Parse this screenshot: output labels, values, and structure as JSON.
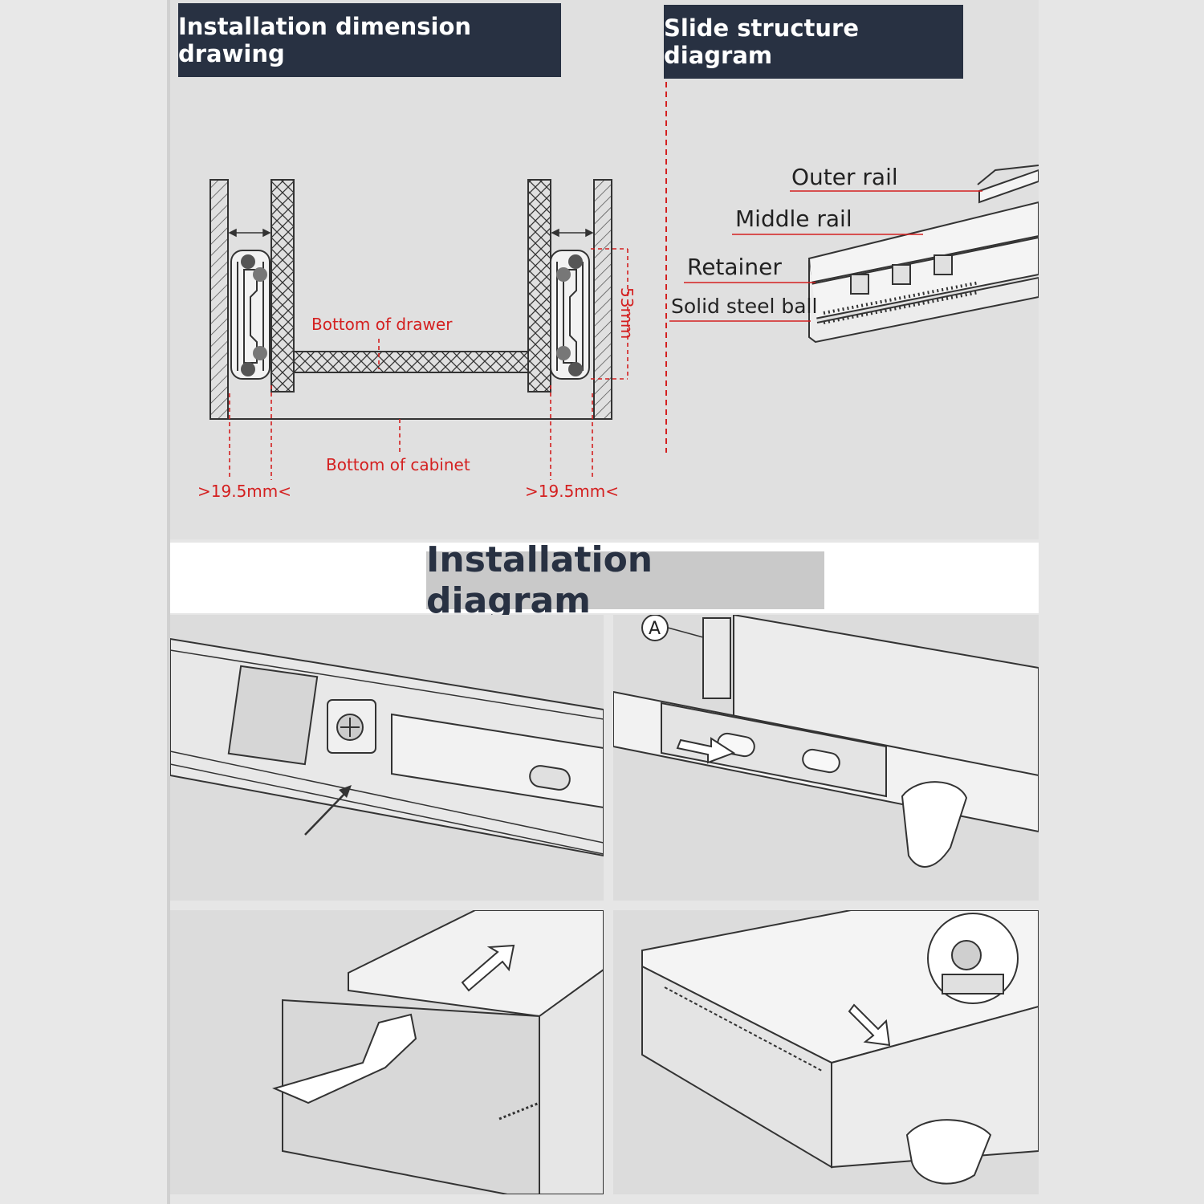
{
  "headers": {
    "dimension": "Installation dimension drawing",
    "structure": "Slide structure diagram",
    "installation": "Installation diagram"
  },
  "dimension_drawing": {
    "bottom_of_drawer": "Bottom of drawer",
    "bottom_of_cabinet": "Bottom of cabinet",
    "gap_left": ">19.5mm<",
    "gap_right": ">19.5mm<",
    "height": "53mm"
  },
  "structure": {
    "outer_rail": "Outer rail",
    "middle_rail": "Middle rail",
    "retainer": "Retainer",
    "solid_steel_ball": "Solid steel ball"
  },
  "steps": {
    "marker_a": "A"
  },
  "colors": {
    "header_bg": "#283142",
    "annotation_red": "#d42020",
    "title_band_bg": "#c9c9c9"
  }
}
